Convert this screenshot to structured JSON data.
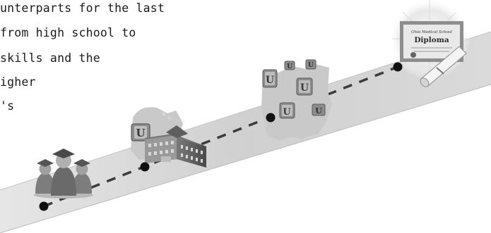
{
  "text_lines": [
    {
      "text": "unterparts for the last"
    },
    {
      "text": "from high school to"
    },
    {
      "text": "skills and the"
    },
    {
      "text": "igher"
    },
    {
      "text": "'s"
    }
  ],
  "diploma": {
    "issuer": "Ohio Medical School",
    "title": "Diploma"
  },
  "university_badge_letter": "U",
  "colors": {
    "road": "#d2d2d2",
    "road_edge": "#bdbdbd",
    "dash": "#3c3c3c",
    "milestone": "#111111",
    "state_map": "#c9c9c9",
    "badge": "#8c8c8c"
  }
}
